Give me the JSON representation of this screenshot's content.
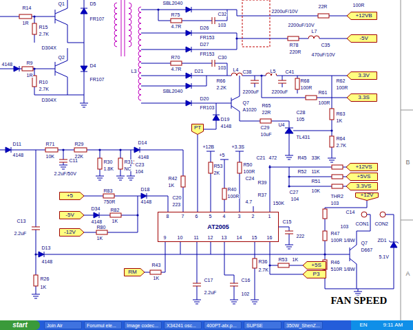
{
  "diagram": {
    "nodes": [
      {
        "text": [
          "+12VB"
        ]
      },
      {
        "text": [
          "-5V"
        ]
      },
      {
        "text": [
          "3.3V"
        ]
      },
      {
        "text": [
          "3.3S"
        ]
      },
      {
        "text": [
          "PT"
        ]
      },
      {
        "text": [
          "+12VS"
        ]
      },
      {
        "text": [
          "+5VS"
        ]
      },
      {
        "text": [
          "3.3VS"
        ]
      },
      {
        "text": [
          "+12V"
        ]
      },
      {
        "text": [
          "+5"
        ]
      },
      {
        "text": [
          "-5V"
        ]
      },
      {
        "text": [
          "-12V"
        ]
      },
      {
        "text": [
          "AT2005"
        ]
      },
      {
        "text": [
          "RM"
        ]
      },
      {
        "text": [
          "+5S"
        ]
      },
      {
        "text": [
          "P3"
        ]
      },
      {
        "text": [
          "start"
        ]
      },
      {
        "text": [
          "Join Air"
        ]
      },
      {
        "text": [
          "Forumul ele..."
        ]
      },
      {
        "text": [
          "Image codec..."
        ]
      },
      {
        "text": [
          "X34241 osc..."
        ]
      },
      {
        "text": [
          "400PT-atx.p..."
        ]
      },
      {
        "text": [
          "SUPSE"
        ]
      },
      {
        "text": [
          "350W_ShenZ..."
        ]
      }
    ],
    "labels": [
      "R14",
      "1R",
      "Q1",
      "D5",
      "FR107",
      "R15",
      "2.7K",
      "D304X",
      "4148",
      "R9",
      "1R",
      "Q2",
      "R10",
      "2.7K",
      "D304X",
      "D4",
      "FR107",
      "SBL2040",
      "R75",
      "4.7R",
      "C32",
      "103",
      "D26",
      "FR153",
      "D27",
      "FR153",
      "R70",
      "4.7R",
      "C30",
      "103",
      "L3",
      "D21",
      "SBL2040",
      "D20",
      "FR103",
      "L4",
      "R66",
      "2.2K",
      "C38",
      "C41",
      "2200uF",
      "2200uF",
      "L5",
      "R68",
      "100R",
      "R62",
      "100R",
      "Q7",
      "A1020",
      "D19",
      "4148",
      "R65",
      "22R",
      "C29",
      "10uF",
      "U4",
      "TL431",
      "R61",
      "100R",
      "C28",
      "105",
      "R63",
      "1K",
      "R64",
      "2.7K",
      "2200uF/10V",
      "22R",
      "100R",
      "2200uF/10V",
      "L7",
      "R78",
      "220R",
      "C35",
      "470uF/10V",
      "D11",
      "4148",
      "R71",
      "10K",
      "R29",
      "22K",
      "C11",
      "2.2uF/50V",
      "R30",
      "1.8K",
      "R31",
      "NC",
      "D14",
      "4148",
      "C23",
      "104",
      "+12B",
      "+3.3S",
      "+5",
      "R53",
      "2K",
      "R50",
      "100R",
      "R42",
      "1K",
      "R83",
      "750R",
      "D18",
      "4148",
      "C20",
      "223",
      "D34",
      "4148",
      "R82",
      "1K",
      "R80",
      "1K",
      "C13",
      "2.2uF",
      "D13",
      "4148",
      "R26",
      "1K",
      "R40",
      "100R",
      "C24",
      "4.7",
      "R39",
      "R37",
      "150K",
      "C21",
      "472",
      "R45",
      "33K",
      "R52",
      "11K",
      "C27",
      "104",
      "R51",
      "10K",
      "C15",
      "222",
      "8",
      "7",
      "6",
      "5",
      "4",
      "3",
      "2",
      "1",
      "9",
      "10",
      "11",
      "12",
      "13",
      "14",
      "15",
      "16",
      "R43",
      "1K",
      "R36",
      "2.7K",
      "R53",
      "1K",
      "C17",
      "2.2uF",
      "C16",
      "102",
      "THR2",
      "103",
      "C14",
      "103",
      "CON1",
      "CON2",
      "R47",
      "100R 1/8W",
      "R46",
      "510R 1/8W",
      "Q7",
      "D667",
      "ZD1",
      "5.1V",
      "FAN SPEED",
      "B",
      "A",
      "EN",
      "9:11 AM"
    ]
  }
}
